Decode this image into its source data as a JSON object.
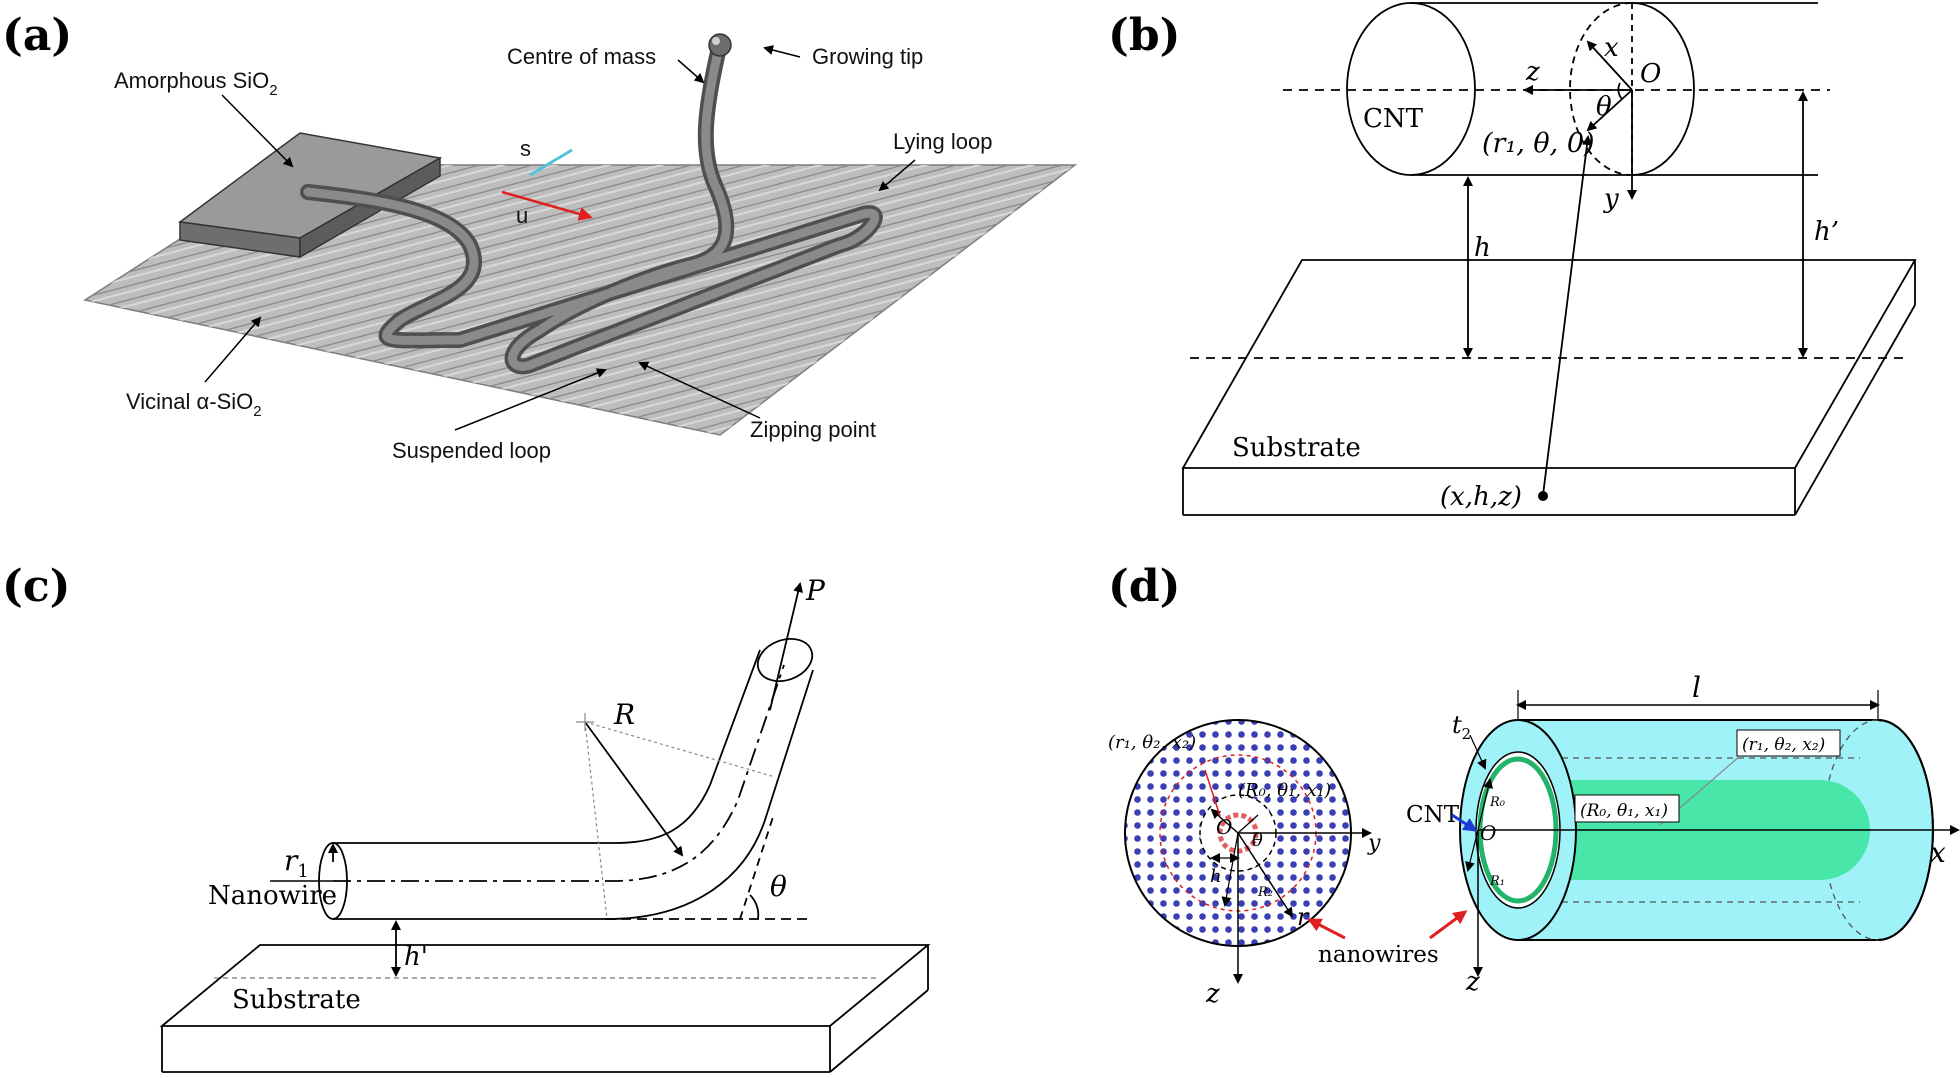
{
  "panels": {
    "a": {
      "label": "(a)",
      "amorphous": "Amorphous SiO",
      "amorphous_sub": "2",
      "centre": "Centre of mass",
      "growing": "Growing tip",
      "lying": "Lying loop",
      "vicinal": "Vicinal α-SiO",
      "vicinal_sub": "2",
      "suspended": "Suspended loop",
      "zipping": "Zipping point",
      "s": "s",
      "u": "u"
    },
    "b": {
      "label": "(b)",
      "cnt": "CNT",
      "x": "x",
      "z": "z",
      "o": "O",
      "theta": "θ",
      "y": "y",
      "point": "(r₁, θ, 0)",
      "h": "h",
      "hp": "h’",
      "substrate": "Substrate",
      "xhz": "(x,h,z)"
    },
    "c": {
      "label": "(c)",
      "p": "P",
      "r": "R",
      "r1": "r",
      "r1_sub": "1",
      "nanowire": "Nanowire",
      "theta": "θ",
      "hp": "h'",
      "substrate": "Substrate"
    },
    "d": {
      "label": "(d)",
      "l": "l",
      "t2": "t",
      "t2_sub": "2",
      "p1": "(r₁, θ₂, x₂)",
      "p2": "(R₀, θ₁, x₁)",
      "p3": "(r₁, θ₂, x₂)",
      "p4": "(R₀, θ₁, x₁)",
      "cnt": "CNT",
      "o": "O",
      "o2": "O",
      "theta": "θ",
      "y": "y",
      "h": "h",
      "r": "r",
      "r0": "R₀",
      "r1": "R₁",
      "r2": "R₂",
      "z1": "z",
      "z2": "z",
      "x": "x",
      "nanowires": "nanowires"
    }
  },
  "colors": {
    "ridge": "#a9a9a9",
    "ridge_dark": "#7d7d7d",
    "block": "#8c8c8c",
    "tube": "#6c6c6c",
    "cyan": "#9ff2f8",
    "green": "#48e6a8",
    "dot": "#3b3fb4",
    "red": "#e02020",
    "blue": "#1d39d6"
  }
}
